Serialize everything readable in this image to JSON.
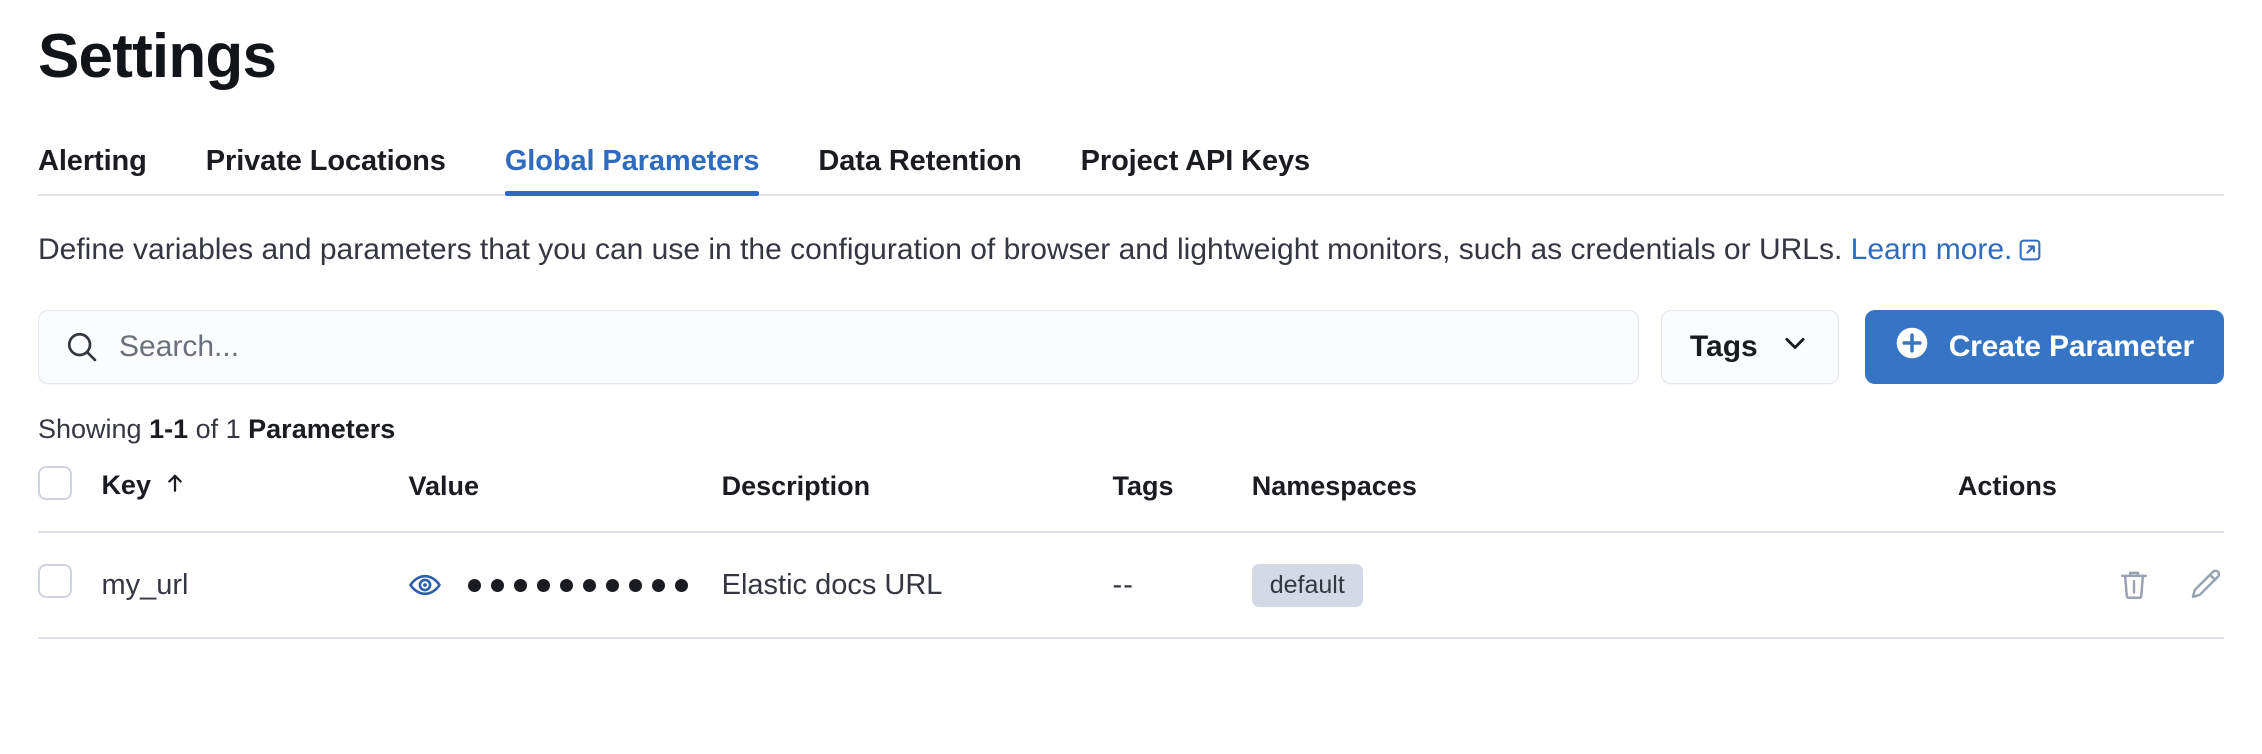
{
  "page": {
    "title": "Settings"
  },
  "tabs": [
    {
      "label": "Alerting",
      "active": false
    },
    {
      "label": "Private Locations",
      "active": false
    },
    {
      "label": "Global Parameters",
      "active": true
    },
    {
      "label": "Data Retention",
      "active": false
    },
    {
      "label": "Project API Keys",
      "active": false
    }
  ],
  "description": {
    "text": "Define variables and parameters that you can use in the configuration of browser and lightweight monitors, such as credentials or URLs.",
    "link_text": "Learn more.",
    "link_icon": "external-link-icon"
  },
  "controls": {
    "search": {
      "icon": "search-icon",
      "placeholder": "Search...",
      "value": ""
    },
    "tags_filter": {
      "label": "Tags",
      "icon": "chevron-down-icon"
    },
    "create_button": {
      "label": "Create Parameter",
      "icon": "plus-circle-icon"
    }
  },
  "summary": {
    "prefix": "Showing ",
    "range": "1-1",
    "middle": " of 1 ",
    "noun": "Parameters"
  },
  "table": {
    "columns": [
      {
        "label": "",
        "name": "select-all"
      },
      {
        "label": "Key",
        "name": "key",
        "sort": "asc",
        "sort_icon": "arrow-up-icon"
      },
      {
        "label": "Value",
        "name": "value"
      },
      {
        "label": "Description",
        "name": "description"
      },
      {
        "label": "Tags",
        "name": "tags"
      },
      {
        "label": "Namespaces",
        "name": "namespaces"
      },
      {
        "label": "Actions",
        "name": "actions"
      }
    ],
    "rows": [
      {
        "selected": false,
        "key": "my_url",
        "value_icon": "eye-icon",
        "value_masked_dots": 10,
        "description": "Elastic docs URL",
        "tags": "--",
        "namespaces": [
          "default"
        ],
        "actions": [
          "trash-icon",
          "pencil-icon"
        ]
      }
    ]
  },
  "colors": {
    "accent_blue": "#2f6bbf",
    "button_blue": "#3575c4",
    "text_primary": "#1a1c21",
    "text_secondary": "#343741",
    "placeholder": "#6a717d",
    "border": "#dfe2ea",
    "badge_bg": "#d3dae6",
    "field_bg": "#fbfcfd",
    "icon_gray": "#98a2b3"
  }
}
